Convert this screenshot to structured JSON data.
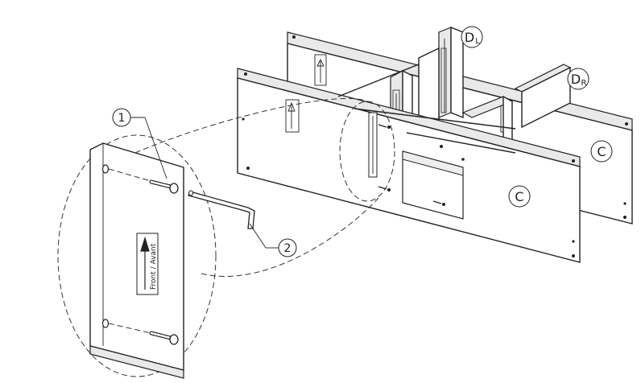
{
  "callouts": {
    "one": "1",
    "two": "2"
  },
  "panel_labels": {
    "c_front": "C",
    "c_back": "C",
    "dl_main": "D",
    "dl_sub": "L",
    "dr_main": "D",
    "dr_sub": "R"
  },
  "front_marker": "Front / Avant",
  "colors": {
    "line": "#222222",
    "panel_fill": "#ffffff",
    "edge_fill": "#e9e9e9"
  },
  "icons": [
    "screw-icon",
    "allen-key-icon",
    "arrow-up-icon"
  ]
}
